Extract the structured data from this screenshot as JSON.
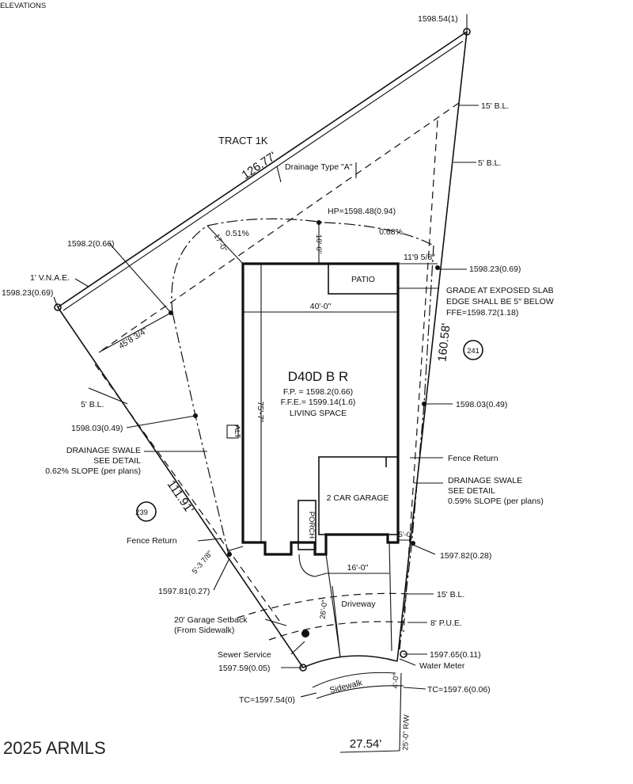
{
  "header_fragment": "ELEVATIONS",
  "tract": "TRACT 1K",
  "lots": {
    "left": "239",
    "right": "241"
  },
  "house": {
    "model": "D40D B R",
    "fp": "F.P. = 1598.2(0.66)",
    "ffe": "F.F.E.= 1599.14(1.6)",
    "use": "LIVING SPACE",
    "garage": "2 CAR GARAGE",
    "patio": "PATIO",
    "porch": "PORCH",
    "alt": "ALT",
    "width_dim": "40'-0\"",
    "depth_dim": "75'-7\"",
    "garage_width": "16'-0\""
  },
  "dimensions": {
    "top_line": "126.77'",
    "right_line": "160.58'",
    "left_line": "111.91'",
    "bottom_arc": "27.54'",
    "setback_left": "45'8 3/4\"",
    "rear_dim": "10'-0\"",
    "rear_left": "17'-0\"",
    "side_right_top": "11'9 5/8\"",
    "side_right_bottom": "5'-0\"",
    "side_left_bottom": "5'-3 7/8\"",
    "driveway_depth": "26'-0\"",
    "row_depth": "25'-0\" R/W",
    "sidewalk_dim": "4'-0\"",
    "slope_left": "0.51%",
    "slope_right": "0.68%"
  },
  "elevations": {
    "top_corner": "1598.54(1)",
    "left_corner": "1598.23(0.69)",
    "top_left_mid": "1598.2(0.66)",
    "hp": "HP=1598.48(0.94)",
    "right_top": "1598.23(0.69)",
    "left_mid": "1598.03(0.49)",
    "right_mid": "1598.03(0.49)",
    "right_low": "1597.82(0.28)",
    "left_low": "1597.81(0.27)",
    "right_front": "1597.65(0.11)",
    "left_front": "1597.59(0.05)",
    "tc_left": "TC=1597.54(0)",
    "tc_right": "TC=1597.6(0.06)"
  },
  "notes": {
    "drainage_type": "Drainage Type \"A\"",
    "vnae": "1' V.N.A.E.",
    "bl15_top": "15' B.L.",
    "bl5_top": "5' B.L.",
    "bl5_left": "5' B.L.",
    "bl15_front": "15' B.L.",
    "pue": "8' P.U.E.",
    "grade_note_1": "GRADE AT EXPOSED SLAB",
    "grade_note_2": "EDGE SHALL BE 5\" BELOW",
    "grade_note_3": "FFE=1598.72(1.18)",
    "swale_left_1": "DRAINAGE SWALE",
    "swale_left_2": "SEE DETAIL",
    "swale_left_3": "0.62% SLOPE (per plans)",
    "swale_right_1": "DRAINAGE SWALE",
    "swale_right_2": "SEE DETAIL",
    "swale_right_3": "0.59% SLOPE (per plans)",
    "fence_return_left": "Fence Return",
    "fence_return_right": "Fence Return",
    "garage_setback_1": "20' Garage Setback",
    "garage_setback_2": "(From Sidewalk)",
    "sewer": "Sewer Service",
    "water": "Water Meter",
    "driveway": "Driveway",
    "sidewalk": "Sidewalk"
  },
  "watermark": "2025 ARMLS"
}
